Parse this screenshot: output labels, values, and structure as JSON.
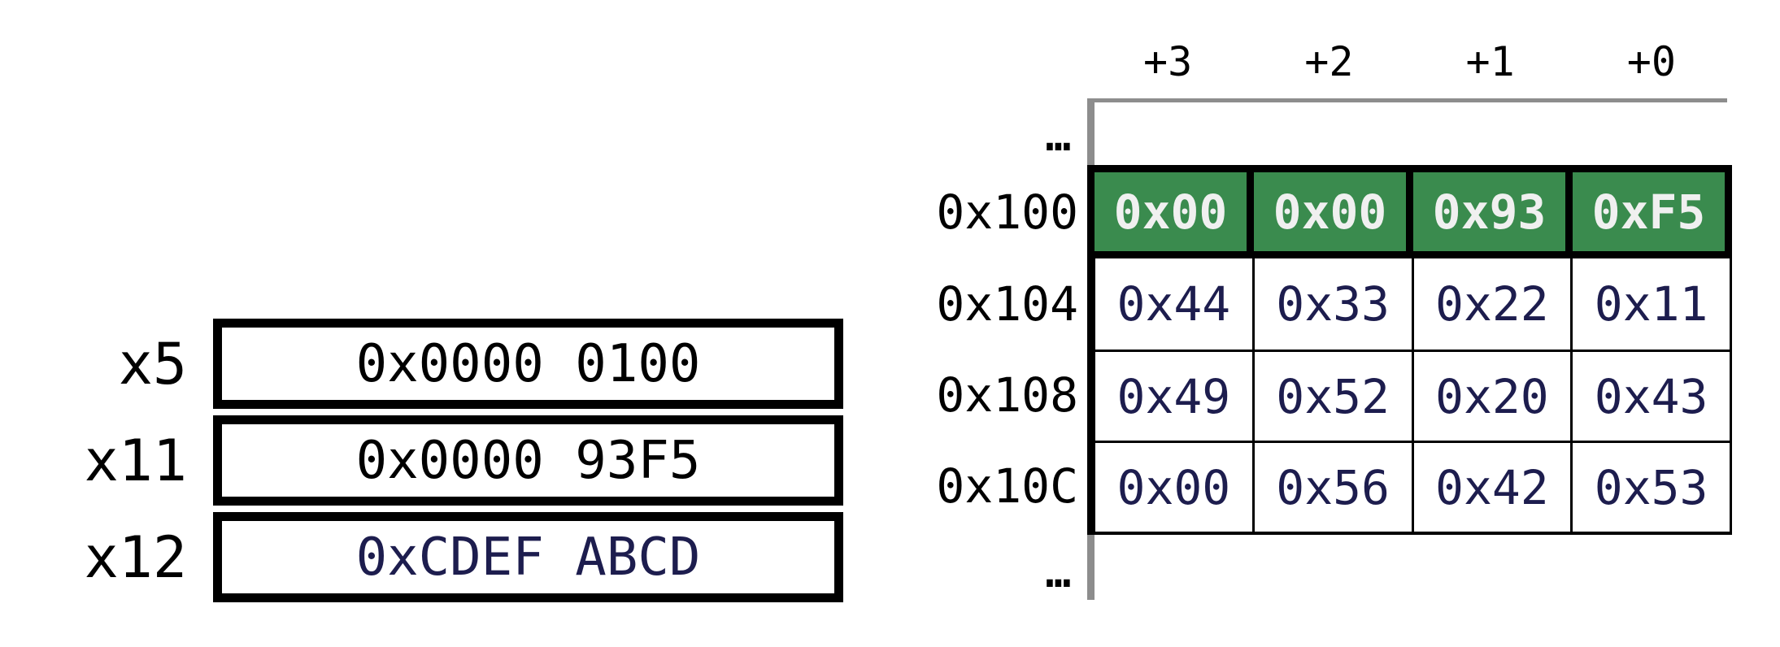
{
  "colors": {
    "background": "#ffffff",
    "black": "#000000",
    "navy": "#1d1d4e",
    "green": "#3a8b4e",
    "green_text": "#f0f0f0",
    "gray_line": "#8d8d8d"
  },
  "registers": {
    "items": [
      {
        "name": "x5",
        "value": "0x0000 0100",
        "value_color": "#000000"
      },
      {
        "name": "x11",
        "value": "0x0000 93F5",
        "value_color": "#000000"
      },
      {
        "name": "x12",
        "value": "0xCDEF ABCD",
        "value_color": "#1d1d4e"
      }
    ]
  },
  "memory": {
    "column_headers": [
      "+3",
      "+2",
      "+1",
      "+0"
    ],
    "ellipsis_top": "…",
    "ellipsis_bottom": "…",
    "rows": [
      {
        "address": "0x100",
        "bytes": [
          "0x00",
          "0x00",
          "0x93",
          "0xF5"
        ],
        "highlighted": true
      },
      {
        "address": "0x104",
        "bytes": [
          "0x44",
          "0x33",
          "0x22",
          "0x11"
        ],
        "highlighted": false
      },
      {
        "address": "0x108",
        "bytes": [
          "0x49",
          "0x52",
          "0x20",
          "0x43"
        ],
        "highlighted": false
      },
      {
        "address": "0x10C",
        "bytes": [
          "0x00",
          "0x56",
          "0x42",
          "0x53"
        ],
        "highlighted": false
      }
    ]
  }
}
